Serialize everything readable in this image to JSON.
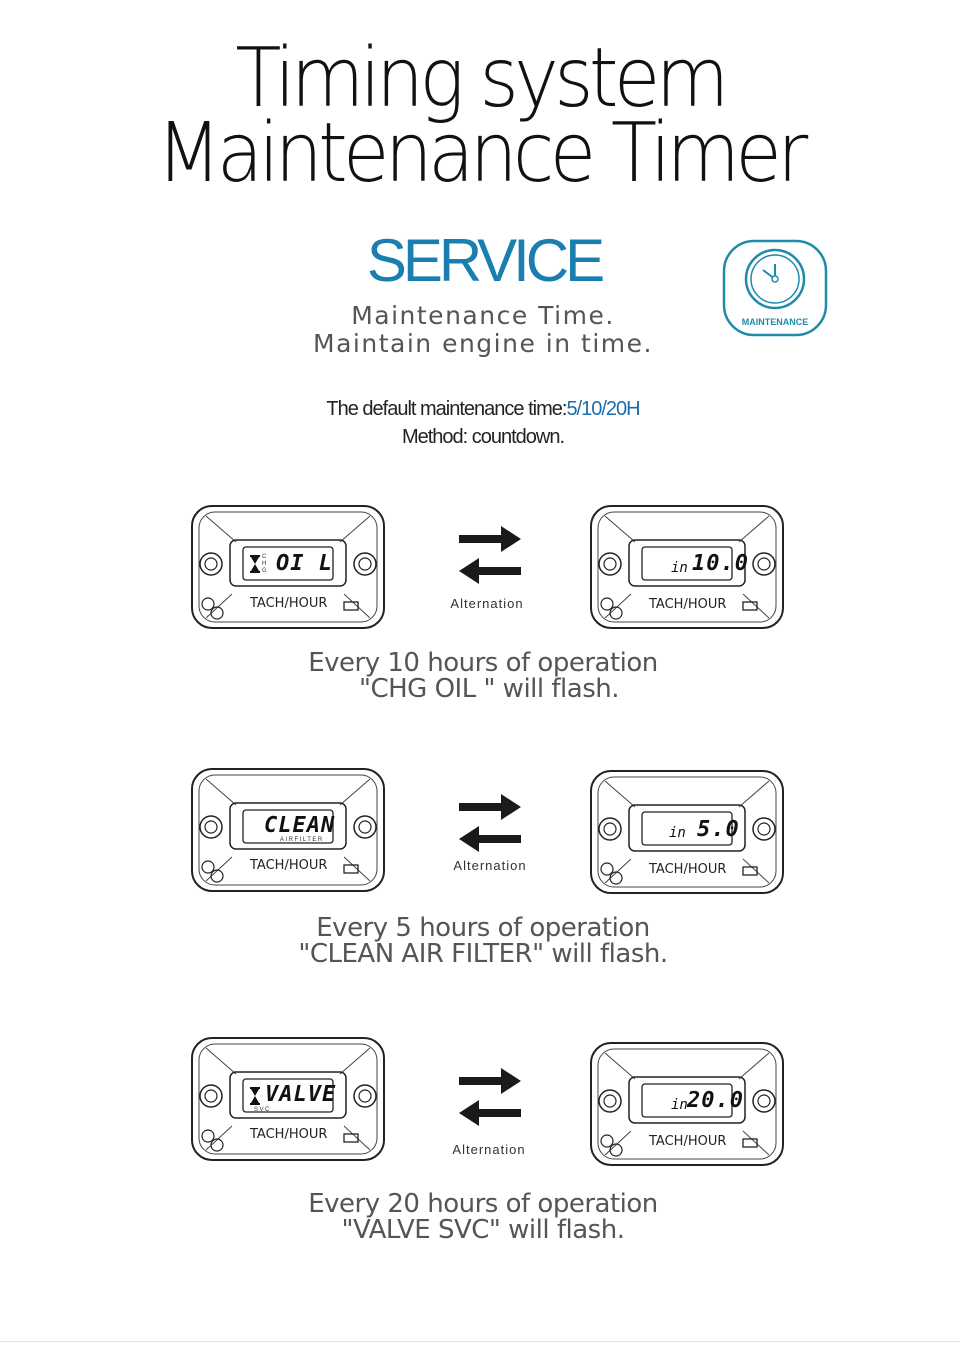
{
  "header": {
    "title_line1": "Timing system",
    "title_line2": "Maintenance Timer"
  },
  "service": {
    "heading": "SERVICE",
    "sub_line1": "Maintenance Time.",
    "sub_line2": "Maintain engine in time.",
    "default_prefix": "The default maintenance time:",
    "default_value": "5/10/20H",
    "method": "Method: countdown.",
    "badge_label": "MAINTENANCE",
    "accent_color": "#1a7fb0",
    "badge_color": "#1f8ba8"
  },
  "rows": [
    {
      "left_display": {
        "icon": "hourglass-icon",
        "side_label": "CHG",
        "text": "OI L",
        "sub": ""
      },
      "right_display": {
        "prefix": "in",
        "text": "10.0"
      },
      "alternation_label": "Alternation",
      "caption_line1": "Every 10 hours of operation",
      "caption_line2": "\"CHG OIL \" will flash.",
      "model_left": "TACH/HOUR",
      "model_right": "TACH/HOUR"
    },
    {
      "left_display": {
        "icon": "",
        "side_label": "",
        "text": "CLEAN",
        "sub": "AIRFILTER"
      },
      "right_display": {
        "prefix": "in",
        "text": "5.0"
      },
      "alternation_label": "Alternation",
      "caption_line1": "Every 5 hours of operation",
      "caption_line2": "\"CLEAN AIR FILTER\" will flash.",
      "model_left": "TACH/HOUR",
      "model_right": "TACH/HOUR"
    },
    {
      "left_display": {
        "icon": "hourglass-icon",
        "side_label": "",
        "text": "VALVE",
        "sub": "SVC"
      },
      "right_display": {
        "prefix": "in",
        "text": "20.0"
      },
      "alternation_label": "Alternation",
      "caption_line1": "Every 20 hours of operation",
      "caption_line2": "\"VALVE SVC\" will flash.",
      "model_left": "TACH/HOUR",
      "model_right": "TACH/HOUR"
    }
  ]
}
